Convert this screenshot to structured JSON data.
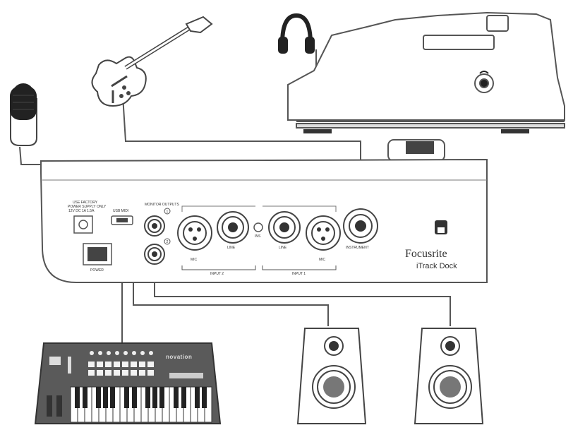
{
  "dock": {
    "brand": "Focusrite",
    "model": "iTrack Dock",
    "power_note": [
      "USE FACTORY",
      "POWER SUPPLY ONLY",
      "12V DC 1A 1.5A"
    ],
    "power_label": "POWER",
    "usb_label": "USB MIDI",
    "monitor_label": "MONITOR OUTPUTS",
    "out1_num": "1",
    "out2_num": "2",
    "jack_mic_left": "MIC",
    "jack_line_left": "LINE",
    "jack_line_right": "LINE",
    "jack_mic_right": "MIC",
    "jack_instrument": "INSTRUMENT",
    "led_label": "INS",
    "input2_label": "INPUT 2",
    "input1_label": "INPUT 1"
  },
  "keyboard": {
    "brand": "novation"
  },
  "colors": {
    "line": "#555555",
    "outline": "#444444",
    "keyboard_body": "#5a5a5a"
  }
}
